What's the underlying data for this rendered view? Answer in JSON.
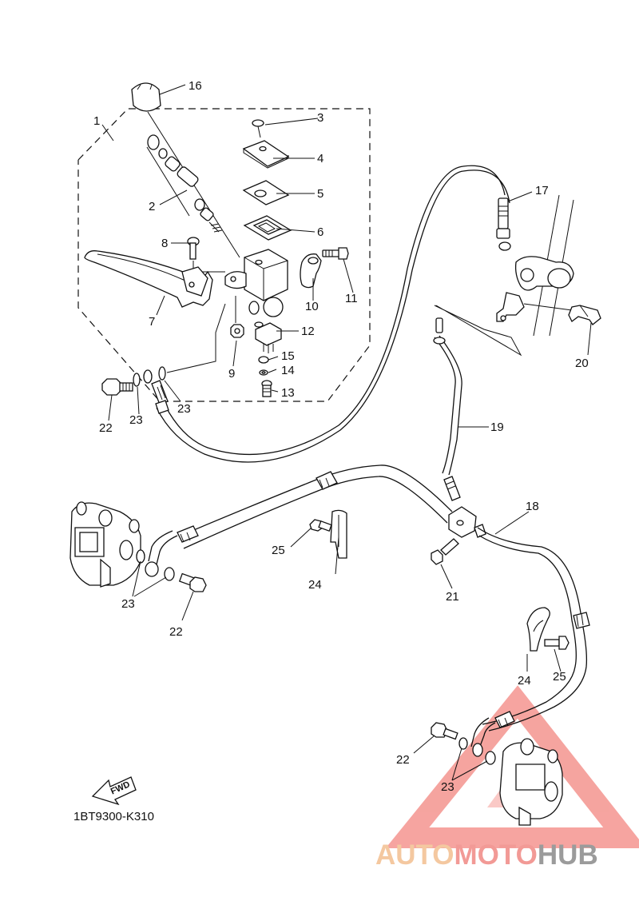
{
  "diagram_code": "1BT9300-K310",
  "fwd_label": "FWD",
  "watermark": {
    "part1": "AUTO",
    "part2": "MOTO",
    "part3": "HUB"
  },
  "callouts": {
    "c1": "1",
    "c2": "2",
    "c3": "3",
    "c4": "4",
    "c5": "5",
    "c6": "6",
    "c7": "7",
    "c8": "8",
    "c9": "9",
    "c10": "10",
    "c11": "11",
    "c12": "12",
    "c13": "13",
    "c14": "14",
    "c15": "15",
    "c16": "16",
    "c17": "17",
    "c18": "18",
    "c19": "19",
    "c20": "20",
    "c21": "21",
    "c22a": "22",
    "c22b": "22",
    "c22c": "22",
    "c23a": "23",
    "c23b": "23",
    "c23c": "23",
    "c23d": "23",
    "c24a": "24",
    "c24b": "24",
    "c25a": "25",
    "c25b": "25"
  },
  "colors": {
    "line": "#111111",
    "watermark_triangle": "#ee5a52"
  }
}
